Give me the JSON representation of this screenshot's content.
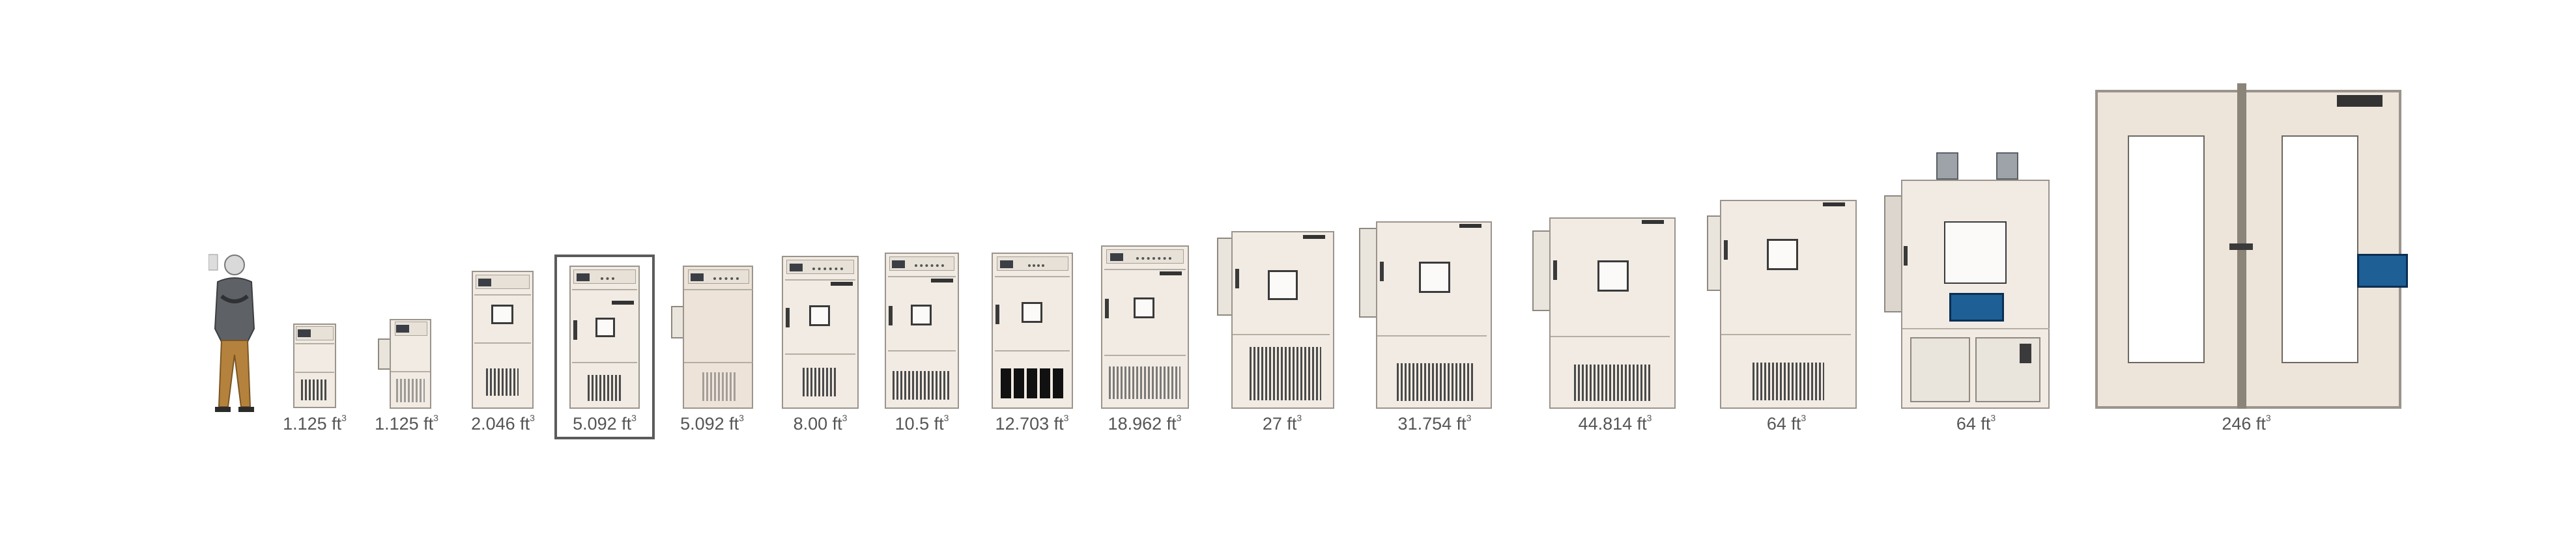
{
  "lineup": {
    "labels": [
      "1.125 ft",
      "1.125 ft",
      "2.046 ft",
      "5.092 ft",
      "5.092 ft",
      "8.00 ft",
      "10.5 ft",
      "12.703 ft",
      "18.962 ft",
      "27 ft",
      "31.754 ft",
      "44.814 ft",
      "64 ft",
      "64 ft",
      "246 ft"
    ],
    "superscript": "3",
    "selected_index": 3
  },
  "colors": {
    "cabinet": "#f1ebe3",
    "outline": "#9a948c",
    "touchscreen": "#1e5f95",
    "label_text": "#555555"
  },
  "icons": {
    "person": "person-scale-reference-icon",
    "chamber": "environmental-chamber-icon"
  }
}
